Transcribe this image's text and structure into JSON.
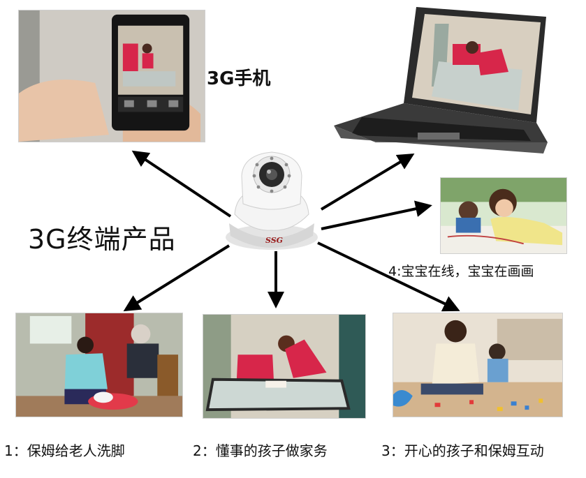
{
  "center": {
    "label": "3G终端产品",
    "camera_brand": "SSG"
  },
  "devices": {
    "phone_label": "3G手机"
  },
  "captions": {
    "online": "4:宝宝在线，宝宝在画画",
    "c1": "1：保姆给老人洗脚",
    "c2": "2：懂事的孩子做家务",
    "c3": "3：开心的孩子和保姆互动"
  },
  "colors": {
    "arrow": "#000000",
    "camera_body": "#f2f2f2",
    "wall_red": "#d7264a"
  }
}
